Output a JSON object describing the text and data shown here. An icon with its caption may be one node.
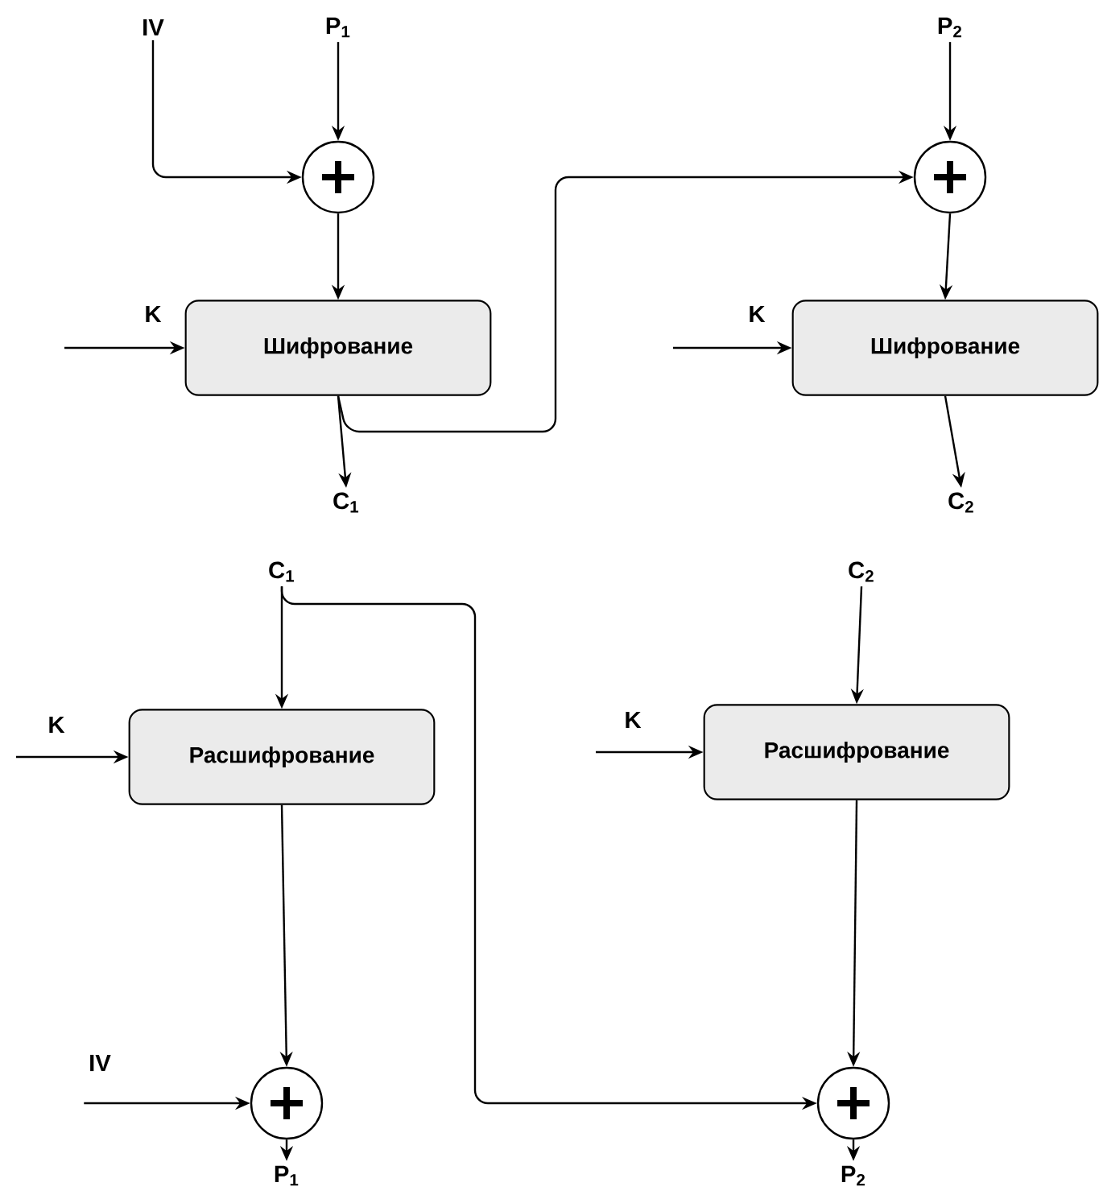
{
  "diagram": {
    "nodes": [
      {
        "text": [
          "IV"
        ]
      },
      {
        "text": [
          "P$_{1}$"
        ]
      },
      {
        "text": [],
        "shape": "circle"
      },
      {
        "text": [
          "Шифрование"
        ]
      },
      {
        "text": [
          "C$_{1}$"
        ]
      },
      {
        "text": [
          "P$_{2}$"
        ]
      },
      {
        "text": [],
        "shape": "circle"
      },
      {
        "text": [
          "Шифрование"
        ]
      },
      {
        "text": [
          "C$_{2}$"
        ]
      },
      {
        "text": [
          "C$_{1}$"
        ]
      },
      {
        "text": [
          "Расшифрование"
        ]
      },
      {
        "text": [
          "IV"
        ]
      },
      {
        "text": [],
        "shape": "circle"
      },
      {
        "text": [
          "P$_{1}$"
        ]
      },
      {
        "text": [
          "C$_{2}$"
        ]
      },
      {
        "text": [
          "Расшифрование"
        ]
      },
      {
        "text": [],
        "shape": "circle"
      },
      {
        "text": [
          "P$_{2}$"
        ]
      }
    ],
    "edges": [
      {
        "from": 0,
        "to": 2,
        "arrow": "to"
      },
      {
        "from": 1,
        "to": 2,
        "arrow": "to"
      },
      {
        "from": 2,
        "to": 3,
        "arrow": "to"
      },
      {
        "from": null,
        "to": 3,
        "arrow": "to",
        "label": "K"
      },
      {
        "from": 3,
        "to": 4,
        "arrow": "to"
      },
      {
        "from": 3,
        "to": 6,
        "arrow": "to"
      },
      {
        "from": 5,
        "to": 6,
        "arrow": "to"
      },
      {
        "from": 6,
        "to": 7,
        "arrow": "to"
      },
      {
        "from": null,
        "to": 7,
        "arrow": "to",
        "label": "K"
      },
      {
        "from": 7,
        "to": 8,
        "arrow": "to"
      },
      {
        "from": 9,
        "to": 10,
        "arrow": "to"
      },
      {
        "from": 9,
        "to": 16,
        "arrow": "to"
      },
      {
        "from": null,
        "to": 10,
        "arrow": "to",
        "label": "K"
      },
      {
        "from": 10,
        "to": 12,
        "arrow": "to"
      },
      {
        "from": 11,
        "to": 12,
        "arrow": "to"
      },
      {
        "from": 12,
        "to": 13,
        "arrow": "to"
      },
      {
        "from": 14,
        "to": 15,
        "arrow": "to"
      },
      {
        "from": null,
        "to": 15,
        "arrow": "to",
        "label": "K"
      },
      {
        "from": 15,
        "to": 16,
        "arrow": "to"
      },
      {
        "from": 16,
        "to": 17,
        "arrow": "to"
      }
    ]
  }
}
